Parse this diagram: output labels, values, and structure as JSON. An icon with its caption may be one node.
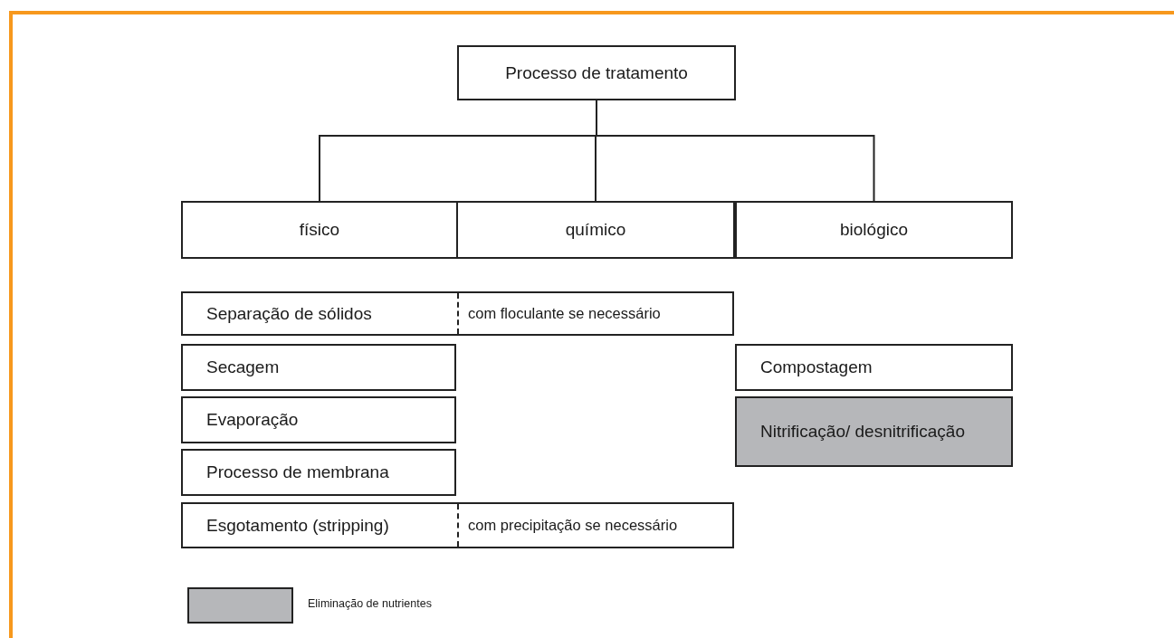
{
  "diagram": {
    "nodes": [
      {
        "text": [
          "Processo de tratamento"
        ]
      },
      {
        "text": [
          "físico"
        ]
      },
      {
        "text": [
          "químico"
        ]
      },
      {
        "text": [
          "biológico"
        ]
      },
      {
        "text": [
          "Separação de sólidos",
          "com floculante se necessário"
        ]
      },
      {
        "text": [
          "Secagem"
        ]
      },
      {
        "text": [
          "Evaporação"
        ]
      },
      {
        "text": [
          "Processo de membrana"
        ]
      },
      {
        "text": [
          "Esgotamento (stripping)",
          "com precipitação se necessário"
        ]
      },
      {
        "text": [
          "Compostagem"
        ]
      },
      {
        "text": [
          "Nitrificação/ desnitrificação"
        ]
      }
    ],
    "edges": [
      {
        "from": 0,
        "to": 1,
        "arrow": "none"
      },
      {
        "from": 0,
        "to": 2,
        "arrow": "none"
      },
      {
        "from": 0,
        "to": 3,
        "arrow": "none"
      }
    ],
    "legend": [
      {
        "text": "Eliminação de nutrientes",
        "color": "#b6b7ba"
      }
    ]
  }
}
